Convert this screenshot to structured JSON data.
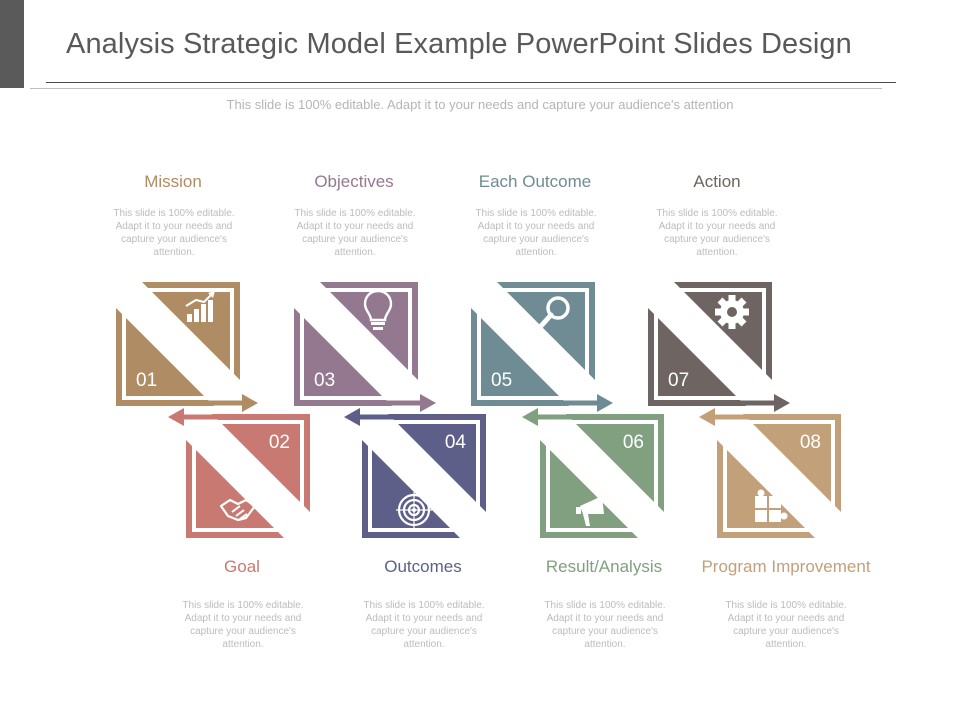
{
  "header": {
    "title": "Analysis Strategic Model Example PowerPoint Slides Design",
    "subtitle": "This slide is 100% editable. Adapt it to your needs and capture your audience's attention"
  },
  "steps": [
    {
      "num": "01",
      "label": "Mission",
      "desc": "This slide is 100% editable. Adapt it to your needs and capture your audience's attention.",
      "color": "#b08c64",
      "icon": "growth-chart-icon"
    },
    {
      "num": "02",
      "label": "Goal",
      "desc": "This slide is 100% editable. Adapt it to your needs and capture your audience's attention.",
      "color": "#c87a72",
      "icon": "handshake-icon"
    },
    {
      "num": "03",
      "label": "Objectives",
      "desc": "This slide is 100% editable. Adapt it to your needs and capture your audience's attention.",
      "color": "#94788f",
      "icon": "lightbulb-icon"
    },
    {
      "num": "04",
      "label": "Outcomes",
      "desc": "This slide is 100% editable. Adapt it to your needs and capture your audience's attention.",
      "color": "#5e5f88",
      "icon": "target-icon"
    },
    {
      "num": "05",
      "label": "Each Outcome",
      "desc": "This slide is 100% editable. Adapt it to your needs and capture your audience's attention.",
      "color": "#6f8b94",
      "icon": "magnifier-icon"
    },
    {
      "num": "06",
      "label": "Result/Analysis",
      "desc": "This slide is 100% editable. Adapt it to your needs and capture your audience's attention.",
      "color": "#80a07f",
      "icon": "megaphone-icon"
    },
    {
      "num": "07",
      "label": "Action",
      "desc": "This slide is 100% editable. Adapt it to your needs and capture your audience's attention.",
      "color": "#6e6462",
      "icon": "gear-icon"
    },
    {
      "num": "08",
      "label": "Program Improvement",
      "desc": "This slide is 100% editable. Adapt it to your needs and capture your audience's attention.",
      "color": "#c2a07a",
      "icon": "puzzle-icon"
    }
  ]
}
